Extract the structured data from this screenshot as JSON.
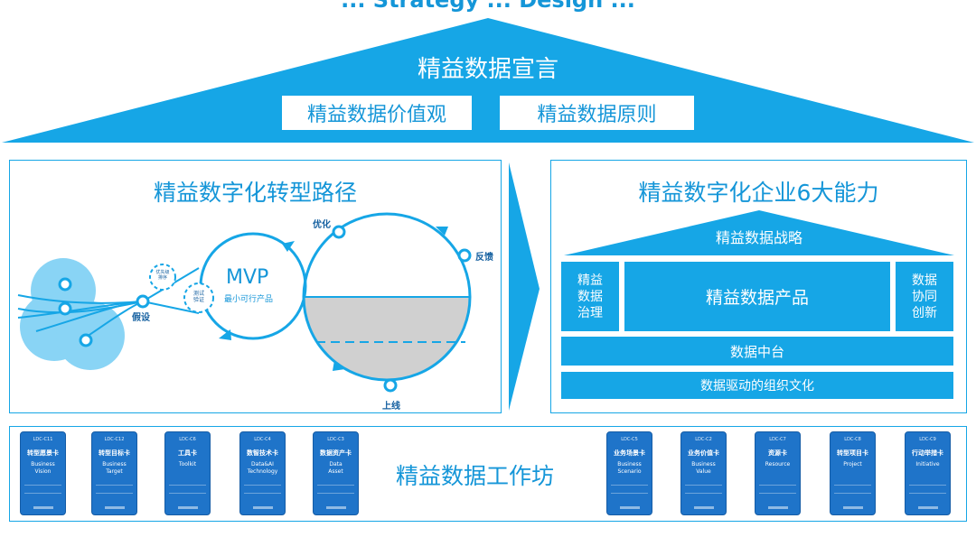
{
  "banner": {
    "top_title_partial": "... Strategy ... Design ...",
    "manifesto": "精益数据宣言",
    "values": "精益数据价值观",
    "principles": "精益数据原则"
  },
  "left_panel": {
    "title": "精益数字化转型路径",
    "mvp": "MVP",
    "mvp_sub": "最小可行产品",
    "hypothesis": "假设",
    "priority": "优先级\n排序",
    "test": "测试\n验证",
    "optimize": "优化",
    "feedback": "反馈",
    "launch": "上线"
  },
  "right_panel": {
    "title": "精益数字化企业6大能力",
    "strategy": "精益数据战略",
    "governance": "精益\n数据\n治理",
    "product": "精益数据产品",
    "innovation": "数据\n协同\n创新",
    "platform": "数据中台",
    "culture": "数据驱动的组织文化"
  },
  "workshop": {
    "title": "精益数据工作坊",
    "cards": [
      {
        "code": "LDC-C11",
        "cn": "转型愿景卡",
        "en": "Business\nVision"
      },
      {
        "code": "LDC-C12",
        "cn": "转型目标卡",
        "en": "Business\nTarget"
      },
      {
        "code": "LDC-C6",
        "cn": "工具卡",
        "en": "Toolkit"
      },
      {
        "code": "LDC-C4",
        "cn": "数智技术卡",
        "en": "Data&AI\nTechnology"
      },
      {
        "code": "LDC-C3",
        "cn": "数据资产卡",
        "en": "Data\nAsset"
      },
      {
        "code": "LDC-C5",
        "cn": "业务场景卡",
        "en": "Business\nScenario"
      },
      {
        "code": "LDC-C2",
        "cn": "业务价值卡",
        "en": "Business\nValue"
      },
      {
        "code": "LDC-C7",
        "cn": "资源卡",
        "en": "Resource"
      },
      {
        "code": "LDC-C8",
        "cn": "转型项目卡",
        "en": "Project"
      },
      {
        "code": "LDC-C9",
        "cn": "行动举措卡",
        "en": "Initiative"
      }
    ]
  },
  "colors": {
    "primary": "#16a6e6",
    "text_blue": "#1596d8",
    "card": "#1f74c9",
    "grey_fill": "#d0d0d0",
    "bubble": "#62c6f2"
  }
}
